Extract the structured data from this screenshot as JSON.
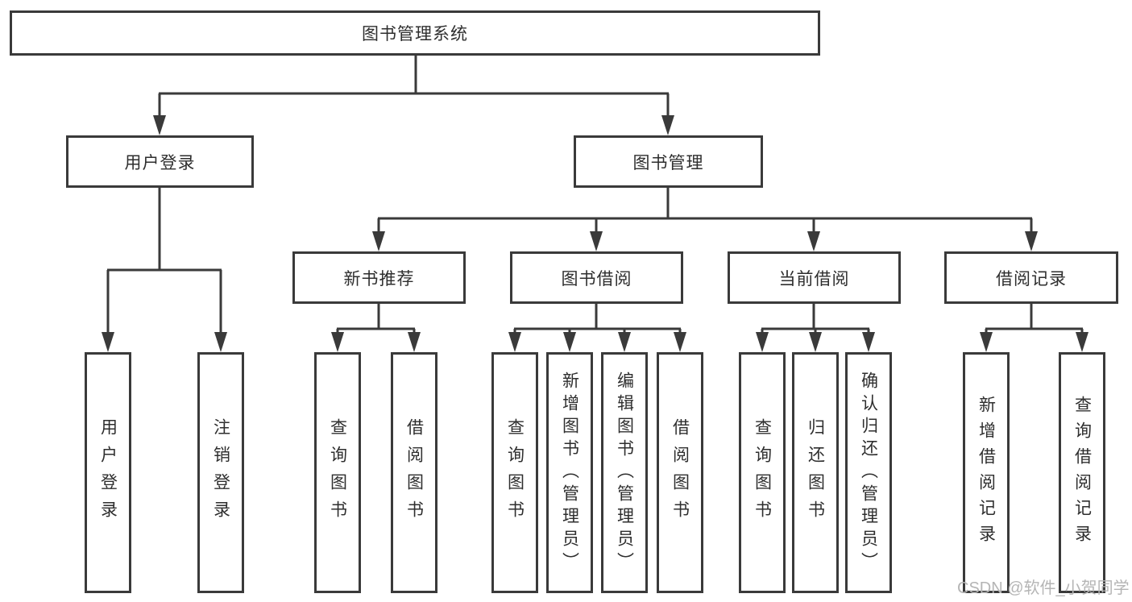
{
  "tree": {
    "label": "图书管理系统",
    "children": [
      {
        "label": "用户登录",
        "children": [
          {
            "label": "用户登录"
          },
          {
            "label": "注销登录"
          }
        ]
      },
      {
        "label": "图书管理",
        "children": [
          {
            "label": "新书推荐",
            "children": [
              {
                "label": "查询图书"
              },
              {
                "label": "借阅图书"
              }
            ]
          },
          {
            "label": "图书借阅",
            "children": [
              {
                "label": "查询图书"
              },
              {
                "label": "新增图书（管理员）"
              },
              {
                "label": "编辑图书（管理员）"
              },
              {
                "label": "借阅图书"
              }
            ]
          },
          {
            "label": "当前借阅",
            "children": [
              {
                "label": "查询图书"
              },
              {
                "label": "归还图书"
              },
              {
                "label": "确认归还（管理员）"
              }
            ]
          },
          {
            "label": "借阅记录",
            "children": [
              {
                "label": "新增借阅记录"
              },
              {
                "label": "查询借阅记录"
              }
            ]
          }
        ]
      }
    ]
  },
  "watermark": {
    "text": "CSDN @软件_小贺同学"
  },
  "colors": {
    "line": "#3a3a3a",
    "text": "#2e2e2e",
    "background": "#ffffff",
    "watermark": "#b5b5b5"
  }
}
